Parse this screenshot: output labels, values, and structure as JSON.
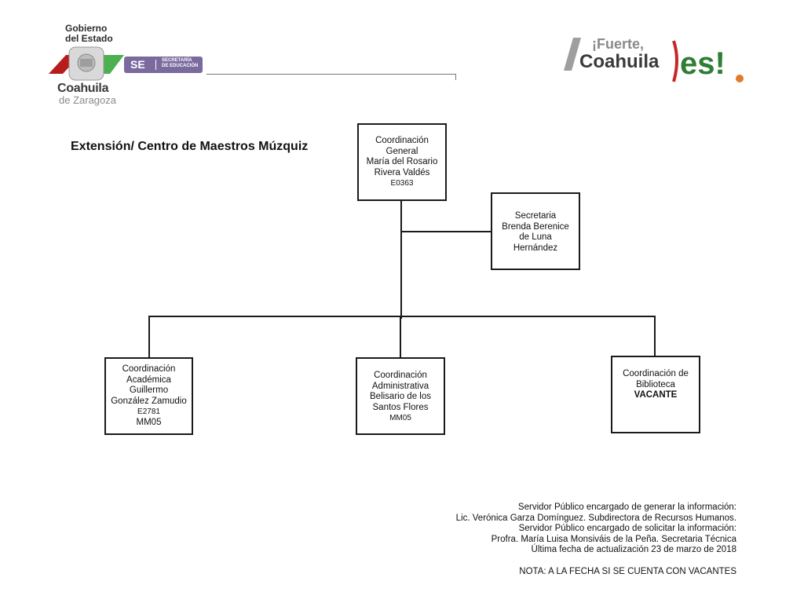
{
  "header": {
    "gobierno_line1": "Gobierno",
    "gobierno_line2": "del Estado",
    "coahuila": "Coahuila",
    "zaragoza": "de Zaragoza",
    "se_badge": "SE",
    "se_line1": "SECRETARÍA",
    "se_line2": "DE EDUCACIÓN",
    "fuerte_line1": "¡Fuerte,",
    "fuerte_line2": "Coahuila",
    "fuerte_es": "es!"
  },
  "title": "Extensión/ Centro de Maestros Múzquiz",
  "org": {
    "general": {
      "l1": "Coordinación",
      "l2": "General",
      "l3": "María del Rosario",
      "l4": "Rivera Valdés",
      "code": "E0363"
    },
    "secretaria": {
      "l1": "Secretaria",
      "l2": "Brenda Berenice",
      "l3": "de Luna",
      "l4": "Hernández"
    },
    "academica": {
      "l1": "Coordinación",
      "l2": "Académica",
      "l3": "Guillermo",
      "l4": "González Zamudio",
      "code": "E2781",
      "code2": "MM05"
    },
    "administrativa": {
      "l1": "Coordinación",
      "l2": "Administrativa",
      "l3": "Belisario de los",
      "l4": "Santos Flores",
      "code": "MM05"
    },
    "biblioteca": {
      "l1": "Coordinación de",
      "l2": "Biblioteca",
      "l3": "VACANTE"
    }
  },
  "footer": {
    "line1": "Servidor Público encargado de generar la información:",
    "line2": "Lic. Verónica Garza Domínguez. Subdirectora de Recursos Humanos.",
    "line3": "Servidor Público encargado de solicitar la información:",
    "line4": "Profra. María Luisa Monsiváis de la Peña. Secretaria Técnica",
    "line5": "Última fecha de actualización 23 de marzo de 2018",
    "nota": "NOTA: A LA FECHA SI SE CUENTA CON VACANTES"
  },
  "colors": {
    "se_purple": "#7b6a9e",
    "coahuila_gray": "#3a3a3a",
    "es_green": "#2e7d32",
    "es_red": "#c62828",
    "es_orange": "#e07b2a"
  }
}
